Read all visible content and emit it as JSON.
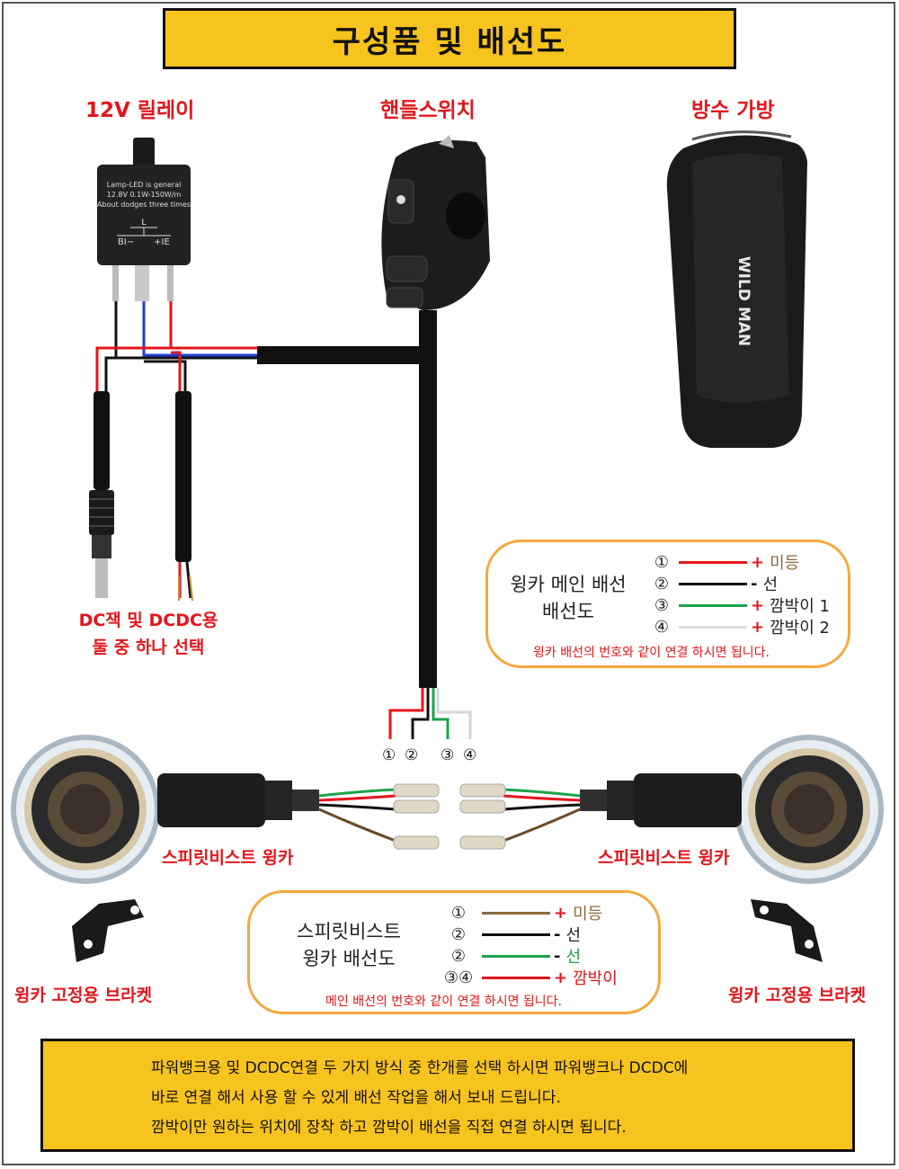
{
  "title": "구성품 및 배선도",
  "components": {
    "relay": "12V 릴레이",
    "handle_switch": "핸들스위치",
    "bag": "방수 가방",
    "dc_label": [
      "DC잭 및 DCDC용",
      "둘 중 하나 선택"
    ],
    "winker_left": "스피릿비스트 윙카",
    "winker_right": "스피릿비스트 윙카",
    "bracket_left": "윙카 고정용 브라켓",
    "bracket_right": "윙카 고정용 브라켓"
  },
  "relay_text": [
    "Lamp-LED is general",
    "12.8V 0.1W-150W/m",
    "About dodges three times",
    "L",
    "BI−",
    "+IE"
  ],
  "bag_brand": "WILD MAN",
  "wire_numbers": [
    "①",
    "②",
    "③",
    "④"
  ],
  "main_legend": {
    "title": [
      "윙카 메인 배선",
      "배선도"
    ],
    "rows": [
      {
        "num": "①",
        "color": "#e3161b",
        "sign": "+",
        "label": "미등",
        "label_color": "#8a6a3a"
      },
      {
        "num": "②",
        "color": "#111111",
        "sign": "-",
        "label": "선",
        "label_color": "#222222"
      },
      {
        "num": "③",
        "color": "#1aa34a",
        "sign": "+",
        "label": "깜박이 1",
        "label_color": "#222222"
      },
      {
        "num": "④",
        "color": "#dddddd",
        "sign": "+",
        "label": "깜박이 2",
        "label_color": "#222222"
      }
    ],
    "note": "윙카 배선의 번호와 같이 연결 하시면 됩니다."
  },
  "spirit_legend": {
    "title": [
      "스피릿비스트",
      "윙카 배선도"
    ],
    "rows": [
      {
        "num": "①",
        "color": "#8a6a3a",
        "sign": "+",
        "label": "미등",
        "label_color": "#8a6a3a"
      },
      {
        "num": "②",
        "color": "#111111",
        "sign": "-",
        "label": "선",
        "label_color": "#222222"
      },
      {
        "num": "②",
        "color": "#1aa34a",
        "sign": "-",
        "label": "선",
        "label_color": "#1aa34a"
      },
      {
        "num": "③④",
        "color": "#e3161b",
        "sign": "+",
        "label": "깜박이",
        "label_color": "#e3161b"
      }
    ],
    "note": "메인 배선의 번호와 같이 연결 하시면 됩니다."
  },
  "bottom_notes": [
    "파워뱅크용 및 DCDC연결 두 가지 방식 중 한개를 선택 하시면 파워뱅크나 DCDC에",
    "바로 연결 해서 사용 할 수 있게 배선 작업을 해서 보내 드립니다.",
    "깜박이만 원하는 위치에 장착 하고 깜박이 배선을 직접 연결 하시면 됩니다."
  ]
}
